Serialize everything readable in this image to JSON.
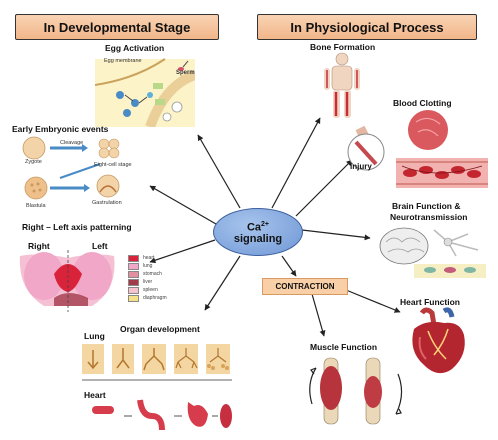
{
  "headers": {
    "left": "In Developmental Stage",
    "right": "In Physiological Process"
  },
  "center": {
    "line1": "Ca",
    "sup": "2+",
    "line2": "signaling"
  },
  "contraction": "CONTRACTION",
  "developmental": {
    "egg_activation": {
      "title": "Egg Activation",
      "egg_membrane": "Egg membrane",
      "sperm": "Sperm"
    },
    "embryonic": {
      "title": "Early Embryonic events",
      "zygote": "Zygote",
      "cleavage": "Cleavage",
      "eight_cell": "Eight-cell stage",
      "blastula": "Blastula",
      "gastrulation": "Gastrulation"
    },
    "lr_axis": {
      "title": "Right – Left axis patterning",
      "right": "Right",
      "left": "Left",
      "legend": [
        "heart",
        "lung",
        "stomach",
        "liver",
        "spleen",
        "diaphragm"
      ]
    },
    "organ": {
      "title": "Organ development",
      "lung": "Lung",
      "heart": "Heart"
    }
  },
  "physiological": {
    "bone": "Bone Formation",
    "blood": "Blood Clotting",
    "injury": "Injury",
    "brain_line1": "Brain Function &",
    "brain_line2": "Neurotransmission",
    "heart": "Heart Function",
    "muscle": "Muscle Function"
  },
  "colors": {
    "header_fill": "#f2b68a",
    "center_fill": "#7fa3dd",
    "contraction_fill": "#f8cfa6",
    "legend": [
      "#d9233a",
      "#f1a7c8",
      "#e28fa0",
      "#a33a4a",
      "#f5c2ce",
      "#f6e08a"
    ]
  }
}
